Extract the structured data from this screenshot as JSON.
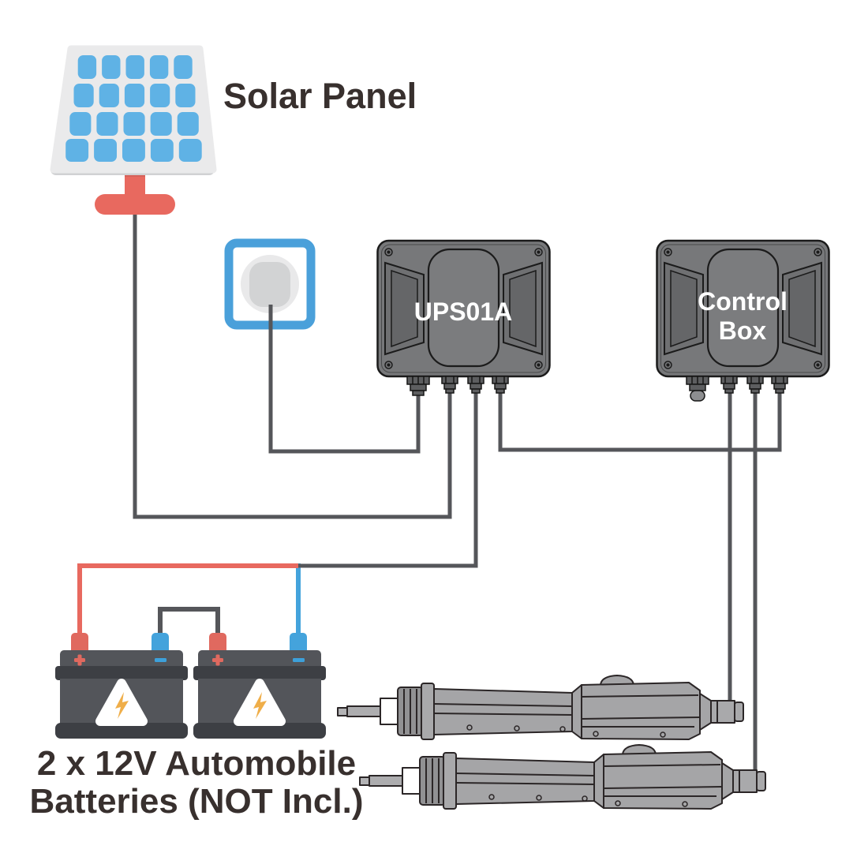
{
  "labels": {
    "solar_panel": "Solar Panel",
    "ups_box": "UPS01A",
    "control_box_line1": "Control",
    "control_box_line2": "Box",
    "batteries_caption_line1": "2 x 12V Automobile",
    "batteries_caption_line2": "Batteries (NOT Incl.)"
  },
  "colors": {
    "background": "#ffffff",
    "wire_gray": "#55565a",
    "wire_red": "#e8695f",
    "wire_blue": "#44a3dc",
    "solar_cell_blue": "#5fb2e5",
    "solar_frame_gray": "#eaeaeb",
    "solar_stand_red": "#e8695f",
    "outlet_blue": "#4aa0da",
    "enclosure_gray": "#77787a",
    "enclosure_outline": "#1b1b1b",
    "battery_body_gray": "#53555a",
    "battery_band_dark": "#3d3f44",
    "warning_bolt_yellow": "#efae49",
    "actuator_gray": "#a5a5a7",
    "label_white": "#ffffff",
    "text_dark": "#38302e"
  },
  "components": [
    {
      "name": "solar-panel",
      "type": "illustration",
      "cells": {
        "rows": 4,
        "cols": 5
      }
    },
    {
      "name": "wall-outlet",
      "type": "illustration"
    },
    {
      "name": "ups01a-box",
      "label": "UPS01A",
      "glands": 4
    },
    {
      "name": "control-box",
      "label": "Control Box",
      "glands": 4
    },
    {
      "name": "battery-1",
      "type": "12V automobile battery",
      "icons": [
        "plus-terminal",
        "minus-terminal",
        "warning-triangle",
        "lightning-bolt"
      ]
    },
    {
      "name": "battery-2",
      "type": "12V automobile battery",
      "icons": [
        "plus-terminal",
        "minus-terminal",
        "warning-triangle",
        "lightning-bolt"
      ]
    },
    {
      "name": "actuator-1",
      "type": "linear actuator"
    },
    {
      "name": "actuator-2",
      "type": "linear actuator"
    }
  ],
  "connections": [
    {
      "from": "solar-panel",
      "to": "ups01a-gland-2",
      "wire_color": "gray"
    },
    {
      "from": "wall-outlet",
      "to": "ups01a-gland-1",
      "wire_color": "gray"
    },
    {
      "from": "battery-1-positive",
      "to": "battery-junction",
      "wire_color": "red"
    },
    {
      "from": "battery-2-negative",
      "to": "battery-junction",
      "wire_color": "blue"
    },
    {
      "from": "battery-junction",
      "to": "ups01a-gland-3",
      "wire_color": "gray"
    },
    {
      "from": "battery-1-negative",
      "to": "battery-2-positive",
      "wire_color": "gray"
    },
    {
      "from": "ups01a-gland-4",
      "to": "control-box-gland-4",
      "wire_color": "gray"
    },
    {
      "from": "control-box-gland-2",
      "to": "actuator-1",
      "wire_color": "gray"
    },
    {
      "from": "control-box-gland-3",
      "to": "actuator-2",
      "wire_color": "gray"
    }
  ]
}
